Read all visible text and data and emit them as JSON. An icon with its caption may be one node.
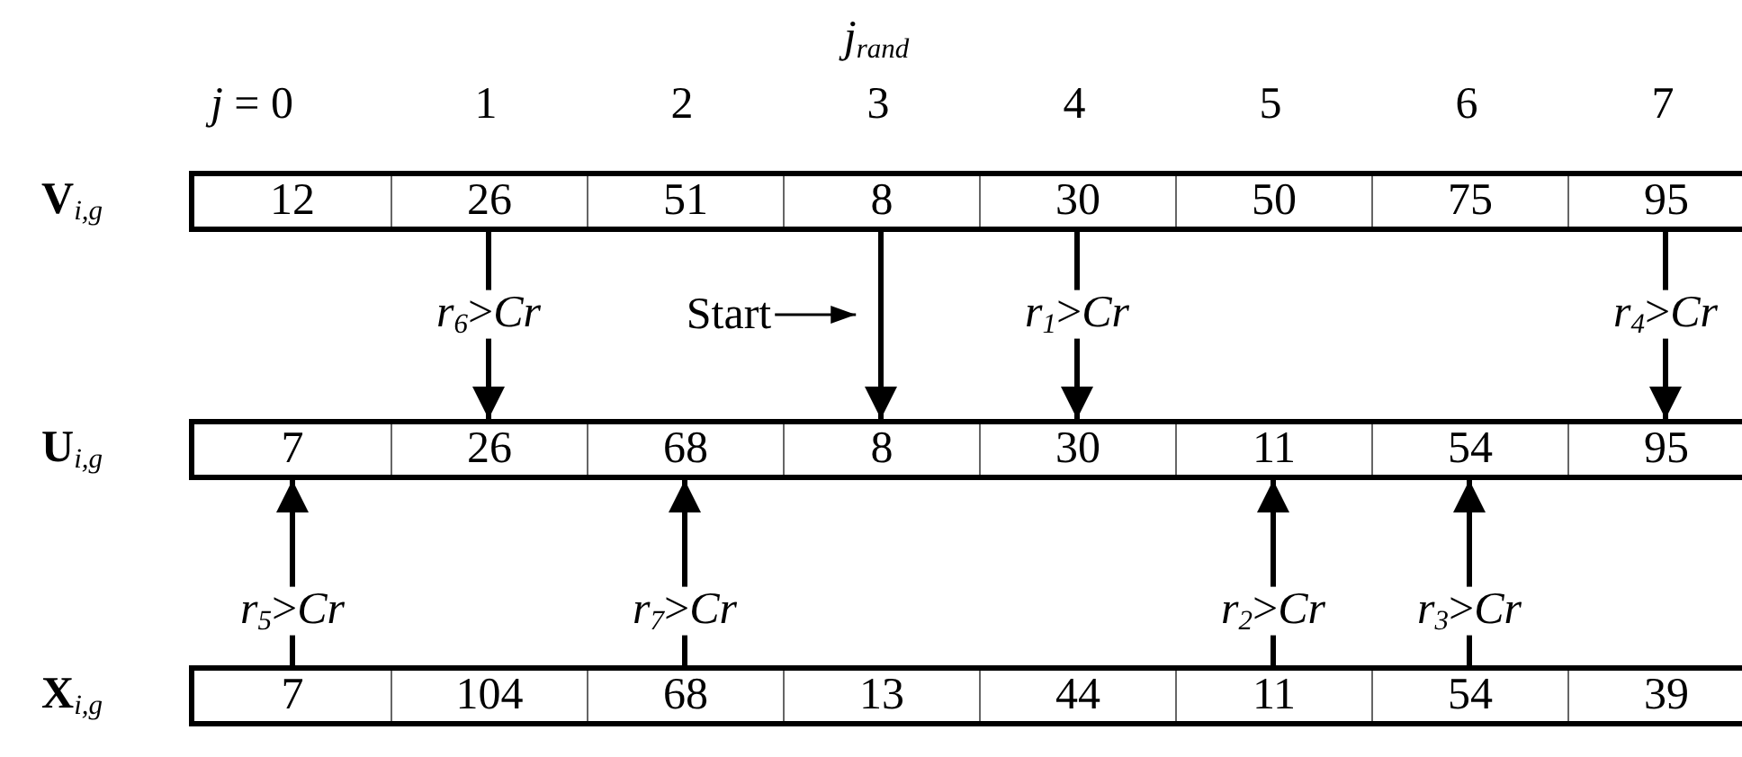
{
  "diagram": {
    "nodes": [
      {
        "text": [
          "12"
        ]
      },
      {
        "text": [
          "26"
        ]
      },
      {
        "text": [
          "51"
        ]
      },
      {
        "text": [
          "8"
        ]
      },
      {
        "text": [
          "30"
        ]
      },
      {
        "text": [
          "50"
        ]
      },
      {
        "text": [
          "75"
        ]
      },
      {
        "text": [
          "95"
        ]
      },
      {
        "text": [
          "7"
        ]
      },
      {
        "text": [
          "26"
        ]
      },
      {
        "text": [
          "68"
        ]
      },
      {
        "text": [
          "8"
        ]
      },
      {
        "text": [
          "30"
        ]
      },
      {
        "text": [
          "11"
        ]
      },
      {
        "text": [
          "54"
        ]
      },
      {
        "text": [
          "95"
        ]
      },
      {
        "text": [
          "7"
        ]
      },
      {
        "text": [
          "104"
        ]
      },
      {
        "text": [
          "68"
        ]
      },
      {
        "text": [
          "13"
        ]
      },
      {
        "text": [
          "44"
        ]
      },
      {
        "text": [
          "11"
        ]
      },
      {
        "text": [
          "54"
        ]
      },
      {
        "text": [
          "39"
        ]
      },
      {
        "text": [
          "Start"
        ]
      }
    ],
    "edges": [
      {
        "from": 1,
        "to": 9,
        "arrow": "to",
        "label": "*r*$_{6}$>*Cr*"
      },
      {
        "from": 3,
        "to": 11,
        "arrow": "to"
      },
      {
        "from": 4,
        "to": 12,
        "arrow": "to",
        "label": "*r*$_{1}$>*Cr*"
      },
      {
        "from": 7,
        "to": 15,
        "arrow": "to",
        "label": "*r*$_{4}$>*Cr*"
      },
      {
        "from": 24,
        "to": null,
        "arrow": "to"
      },
      {
        "from": 16,
        "to": 8,
        "arrow": "to",
        "label": "*r*$_{5}$>*Cr*"
      },
      {
        "from": 18,
        "to": 10,
        "arrow": "to",
        "label": "*r*$_{7}$>*Cr*"
      },
      {
        "from": 21,
        "to": 13,
        "arrow": "to",
        "label": "*r*$_{2}$>*Cr*"
      },
      {
        "from": 22,
        "to": 14,
        "arrow": "to",
        "label": "*r*$_{3}$>*Cr*"
      }
    ],
    "labels": [
      "*j*$_{rand}$",
      "*j* = 0",
      "1",
      "2",
      "3",
      "4",
      "5",
      "6",
      "7",
      "**V**$_{i,g}$",
      "**U**$_{i,g}$",
      "**X**$_{i,g}$"
    ]
  }
}
